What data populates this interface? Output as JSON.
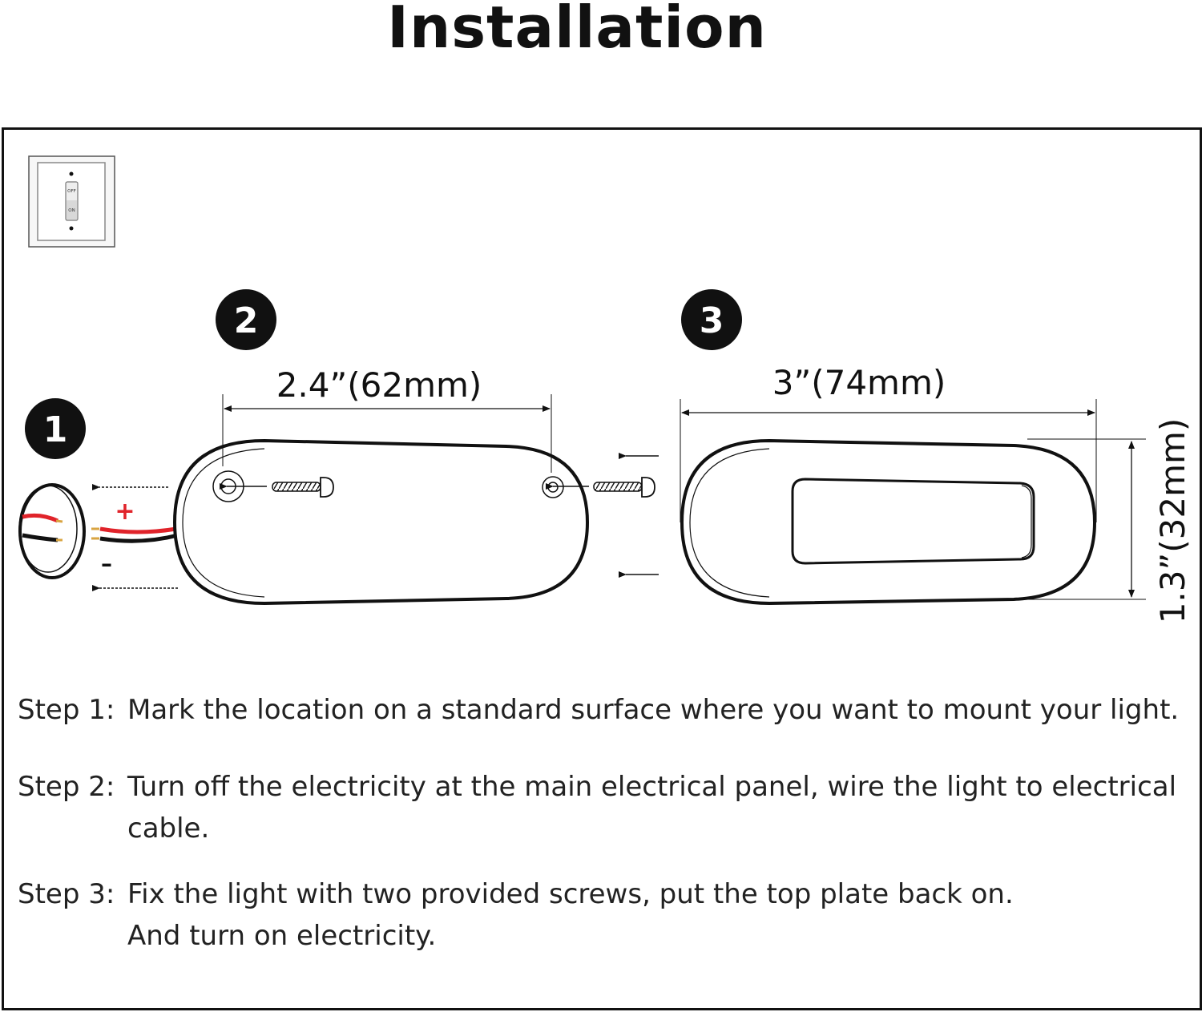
{
  "title": "Installation",
  "switch": {
    "off_label": "OFF",
    "on_label": "ON"
  },
  "markers": {
    "step1": "1",
    "step2": "2",
    "step3": "3"
  },
  "wires": {
    "plus": "+",
    "minus": "–"
  },
  "dimensions": {
    "mount_width": "2.4”(62mm)",
    "cover_width": "3”(74mm)",
    "height": "1.3”(32mm)"
  },
  "steps": [
    {
      "label": "Step 1:",
      "lines": [
        "Mark the location on a standard surface where you want to mount your light."
      ]
    },
    {
      "label": "Step 2:",
      "lines": [
        "Turn off the electricity at the main electrical panel, wire the light to electrical",
        "cable."
      ]
    },
    {
      "label": "Step 3:",
      "lines": [
        "Fix the light with two provided screws, put the top plate back on.",
        "And turn on electricity."
      ]
    }
  ],
  "colors": {
    "ink": "#111111",
    "wire_red": "#e0232a",
    "wire_black": "#111111"
  }
}
